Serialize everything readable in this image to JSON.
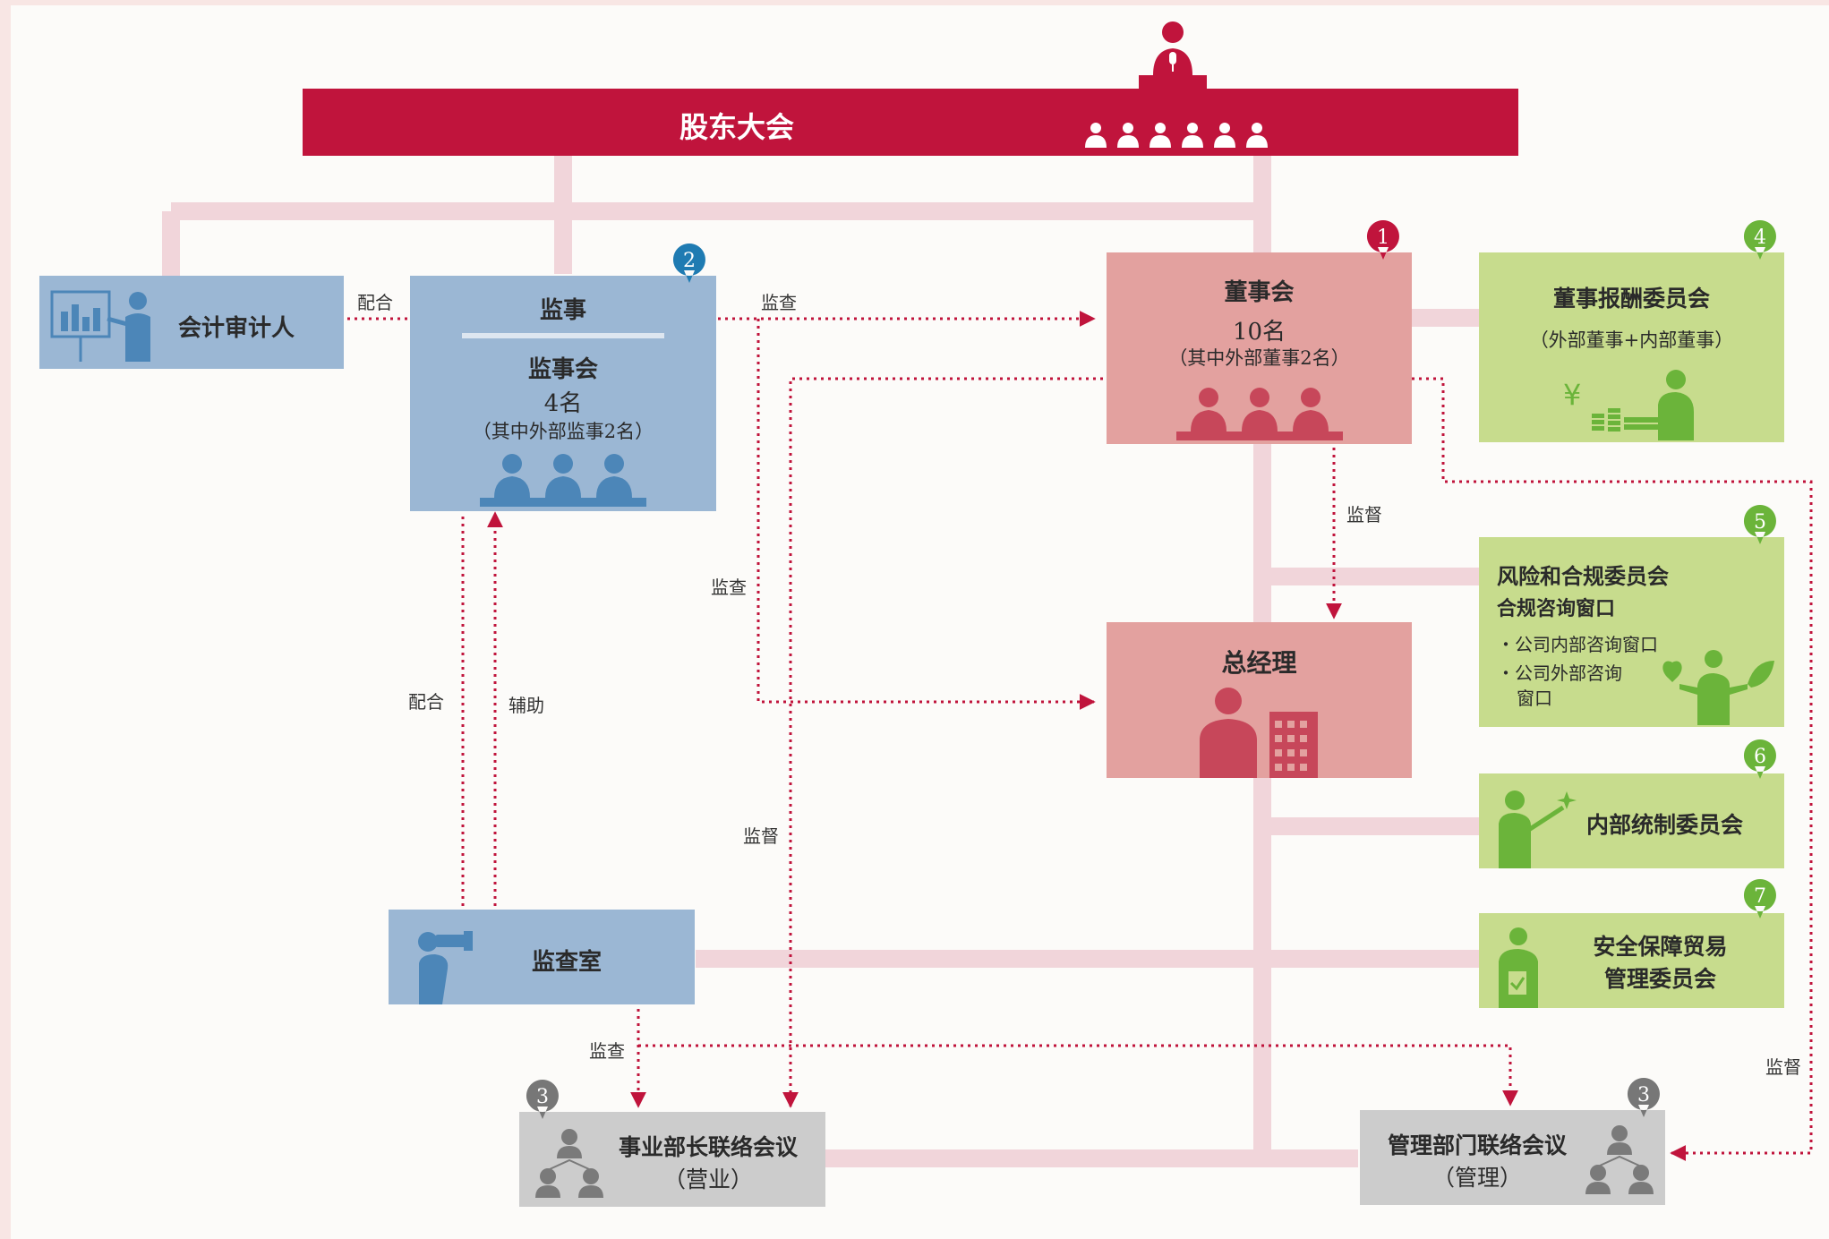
{
  "shareholders": {
    "label": "股东大会"
  },
  "auditor": {
    "label": "会计审计人"
  },
  "supervisor": {
    "title": "监事",
    "council": "监事会",
    "count": "4名",
    "note": "（其中外部监事2名）",
    "badge": "2"
  },
  "board": {
    "title": "董事会",
    "count": "10名",
    "note": "（其中外部董事2名）",
    "badge": "1"
  },
  "president": {
    "title": "总经理"
  },
  "remuneration": {
    "title": "董事报酬委员会",
    "note": "（外部董事+内部董事）",
    "badge": "4"
  },
  "risk": {
    "title": "风险和合规委员会",
    "sub": "合规咨询窗口",
    "item1": "・公司内部咨询窗口",
    "item2a": "・公司外部咨询",
    "item2b": "窗口",
    "badge": "5"
  },
  "internal_control": {
    "title": "内部统制委员会",
    "badge": "6"
  },
  "security_trade": {
    "line1": "安全保障贸易",
    "line2": "管理委员会",
    "badge": "7"
  },
  "audit_office": {
    "label": "监查室"
  },
  "business_meeting": {
    "line1": "事业部长联络会议",
    "line2": "（营业）",
    "badge": "3"
  },
  "admin_meeting": {
    "line1": "管理部门联络会议",
    "line2": "（管理）",
    "badge": "3"
  },
  "edge_labels": {
    "cooperate_top": "配合",
    "audit_top": "监查",
    "supervise_board": "监督",
    "audit_left": "监查",
    "cooperate_left": "配合",
    "assist": "辅助",
    "supervise_left": "监督",
    "audit_bottom": "监查",
    "supervise_right": "监督"
  },
  "colors": {
    "crimson": "#c0143c",
    "pink_line": "#f1d5da",
    "blue_box": "#9bb7d4",
    "blue_icon": "#4c86b8",
    "red_box": "#e3a19f",
    "red_icon": "#c7475a",
    "green_box": "#c7dc8d",
    "green_icon": "#6bb43a",
    "gray_box": "#cccccc",
    "gray_icon": "#7a7a7a",
    "badge_blue": "#1f7bb2",
    "badge_gray": "#777777"
  },
  "icons": [
    "podium-speaker-icon",
    "audience-icon",
    "presenter-chart-icon",
    "seated-panel-icon",
    "desk-people-icon",
    "manager-building-icon",
    "money-person-icon",
    "heart-hands-leaf-icon",
    "pointer-person-icon",
    "clipboard-person-icon",
    "telescope-person-icon",
    "network-people-icon"
  ]
}
